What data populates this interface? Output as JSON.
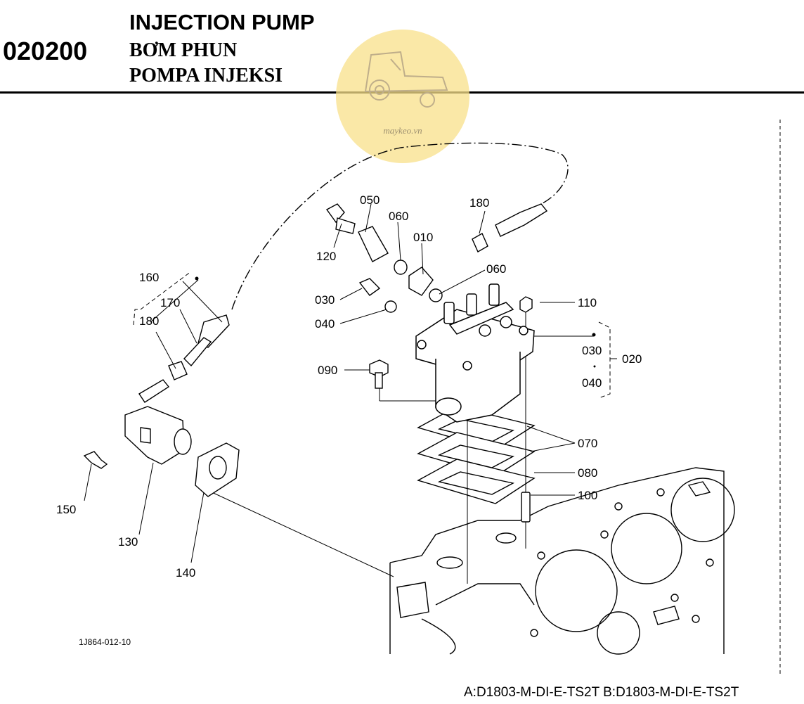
{
  "header": {
    "code": "020200",
    "title_en": "INJECTION PUMP",
    "title_vi": "BƠM PHUN",
    "title_id": "POMPA INJEKSI"
  },
  "watermark": {
    "text": "maykeo.vn",
    "color": "#F8E089"
  },
  "parts": {
    "p010": "010",
    "p020": "020",
    "p030a": "030",
    "p030b": "030",
    "p040a": "040",
    "p040b": "040",
    "p050": "050",
    "p060a": "060",
    "p060b": "060",
    "p070": "070",
    "p080": "080",
    "p090": "090",
    "p100": "100",
    "p110": "110",
    "p120": "120",
    "p130": "130",
    "p140": "140",
    "p150": "150",
    "p160": "160",
    "p170": "170",
    "p180a": "180",
    "p180b": "180"
  },
  "figure_code": "1J864-012-10",
  "model": "A:D1803-M-DI-E-TS2T B:D1803-M-DI-E-TS2T"
}
